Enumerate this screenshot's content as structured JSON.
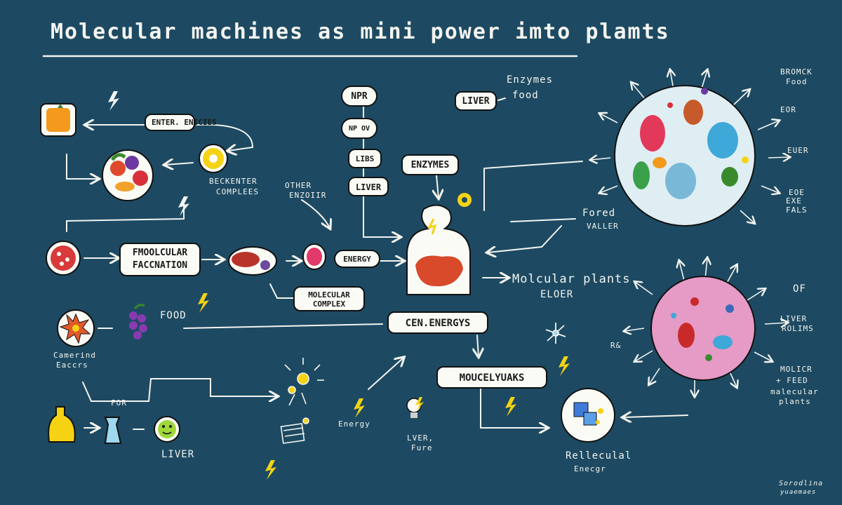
{
  "title": "Molecular machines as mini power imto plamts",
  "boxes": {
    "enter_enzymes": "ENTER. ENICIES",
    "fmoolcular": "FMOOLCULAR FACCNATION",
    "npr": "NPR",
    "np_ov": "NP OV",
    "libs": "LIBS",
    "liver_small": "LIVER",
    "liver_top": "LIVER",
    "enzymes_mid": "ENZYMES",
    "energy_pill": "ENERGY",
    "molecular_complex": "MOLECULAR COMPLEX",
    "cen_energys": "CEN.ENERGYS",
    "moucelyuaks": "MOUCELYUAKS"
  },
  "labels": {
    "enzymes_food_1": "Enzymes",
    "enzymes_food_2": "food",
    "beckenter": "BECKENTER",
    "complees": "COMPLEES",
    "other_enzoiir_1": "OTHER",
    "other_enzoiir_2": "ENZOIIR",
    "food_left": "FOOD",
    "camerind_1": "Camerind",
    "camerind_2": "Eaccrs",
    "for": "FOR",
    "liver_bottom": "LIVER",
    "energy_bottom": "Energy",
    "lver_fure_1": "LVER,",
    "lver_fure_2": "Fure",
    "relleculal_1": "Relleculal",
    "relleculal_2": "Enecgr",
    "molcular_plants": "Molcular plants",
    "eloer": "ELOER",
    "fored_vauler_1": "Fored",
    "fored_vauler_2": "VALLER",
    "brocck_food_1": "BROMCK",
    "brocck_food_2": "Food",
    "eor": "EOR",
    "euer": "EUER",
    "eoe_1": "EOE",
    "eoe_2": "EXE",
    "eoe_3": "FALS",
    "of": "OF",
    "liver_right_1": "LIVER",
    "liver_right_2": "ROLIMS",
    "molicr_1": "MOLICR",
    "molicr_2": "+ FEED",
    "molicr_3": "malecular",
    "molicr_4": "plants",
    "rr": "R&",
    "signature_1": "Sorodlina",
    "signature_2": "yuaemaes"
  },
  "colors": {
    "background": "#1d4a62",
    "ink": "#f4f4f0",
    "bolt": "#f5d314",
    "cell_blue": "#dfeef3",
    "cell_pink": "#e69ac6"
  },
  "icons": [
    "orange-icon",
    "fruit-bowl-icon",
    "lemon-icon",
    "tomato-slice-icon",
    "meat-icon",
    "red-bean-icon",
    "body-liver-icon",
    "enzyme-cell-icon",
    "molecule-cell-icon",
    "star-flower-icon",
    "grapes-icon",
    "bottle-icon",
    "flask-icon",
    "smiley-icon",
    "lightbulb-icon",
    "sparkle-molecule-icon",
    "crate-icon",
    "snowflake-icon",
    "lightning-bolt-icon"
  ]
}
